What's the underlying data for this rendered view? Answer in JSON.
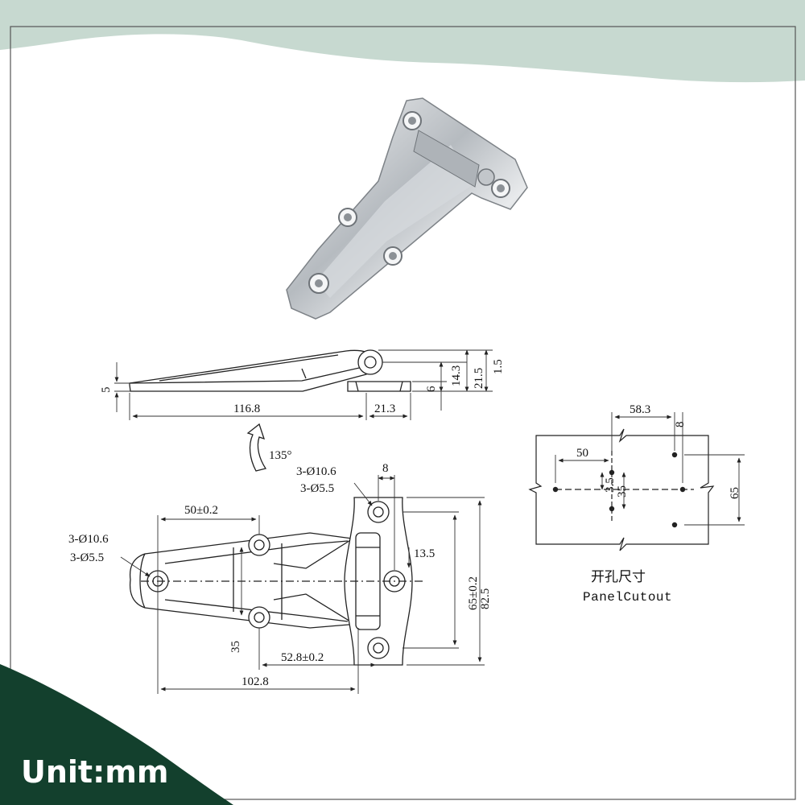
{
  "colors": {
    "banner": "#c7d9d0",
    "unit_bg": "#13402d",
    "line": "#222222",
    "steel": "#b9bdc2"
  },
  "unit_label": "Unit:mm",
  "panel_cutout": {
    "title_cn": "开孔尺寸",
    "title_en": "PanelCutout"
  },
  "side_view": {
    "dims": [
      "5",
      "116.8",
      "21.3",
      "6",
      "14.3",
      "21.5",
      "1.5"
    ]
  },
  "rotation": {
    "label": "135°"
  },
  "front_view": {
    "dims": [
      "3-Ø10.6",
      "3-Ø5.5",
      "8",
      "50±0.2",
      "3-Ø10.6",
      "3-Ø5.5",
      "13.5",
      "65±0.2",
      "82.5",
      "35",
      "52.8±0.2",
      "102.8"
    ]
  },
  "cutout_dims": [
    "58.3",
    "8",
    "50",
    "3.5",
    "35",
    "65"
  ]
}
